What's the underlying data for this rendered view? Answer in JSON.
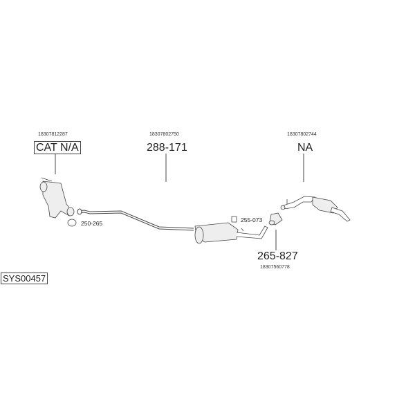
{
  "diagram_id": "SYS00457",
  "parts": [
    {
      "oem": "18307812287",
      "code": "CAT N/A"
    },
    {
      "oem": "18307802750",
      "code": "288-171"
    },
    {
      "oem": "18307802744",
      "code": "NA"
    },
    {
      "oem": "18307560778",
      "code": "265-827"
    }
  ],
  "accessories": [
    {
      "code": "250-265"
    },
    {
      "code": "255-073"
    }
  ]
}
